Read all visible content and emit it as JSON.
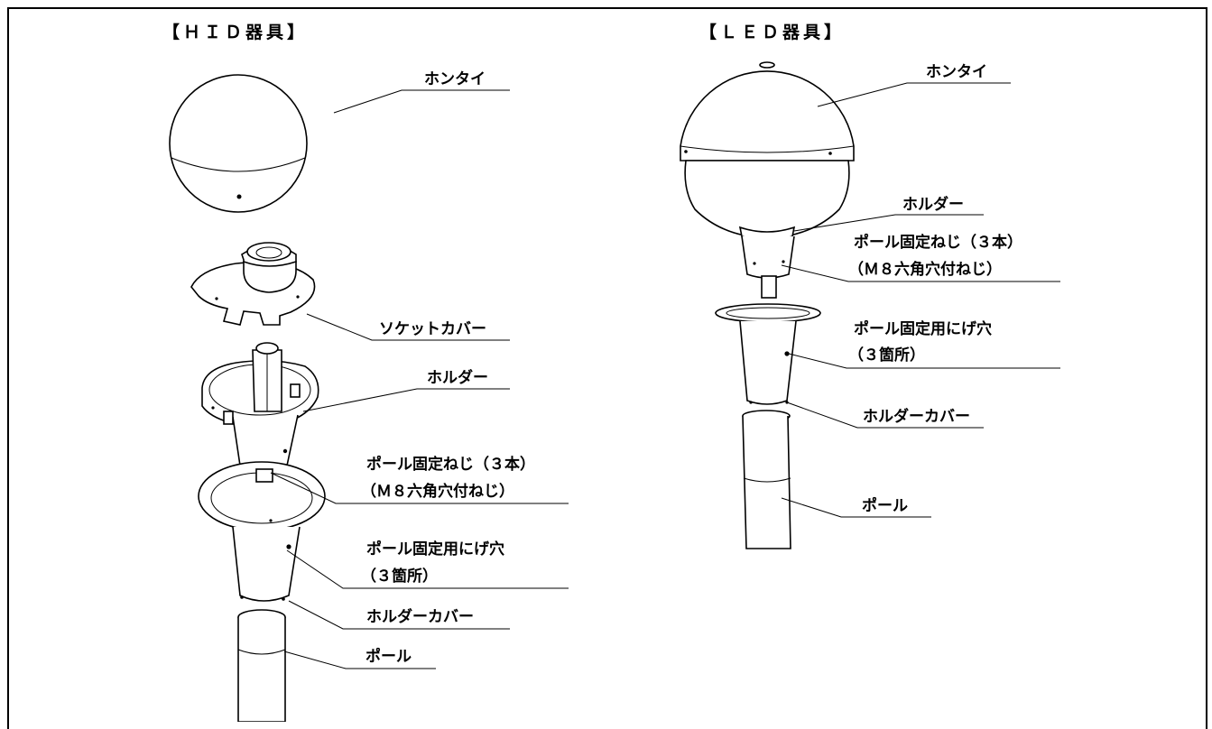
{
  "hid": {
    "title": "【ＨＩＤ器具】",
    "labels": {
      "hontai": "ホンタイ",
      "socket_cover": "ソケットカバー",
      "holder": "ホルダー",
      "pole_screw_1": "ポール固定ねじ（３本）",
      "pole_screw_2": "（Ｍ８六角穴付ねじ）",
      "escape_hole_1": "ポール固定用にげ穴",
      "escape_hole_2": "（３箇所）",
      "holder_cover": "ホルダーカバー",
      "pole": "ポール"
    }
  },
  "led": {
    "title": "【ＬＥＤ器具】",
    "labels": {
      "hontai": "ホンタイ",
      "holder": "ホルダー",
      "pole_screw_1": "ポール固定ねじ（３本）",
      "pole_screw_2": "（Ｍ８六角穴付ねじ）",
      "escape_hole_1": "ポール固定用にげ穴",
      "escape_hole_2": "（３箇所）",
      "holder_cover": "ホルダーカバー",
      "pole": "ポール"
    }
  }
}
